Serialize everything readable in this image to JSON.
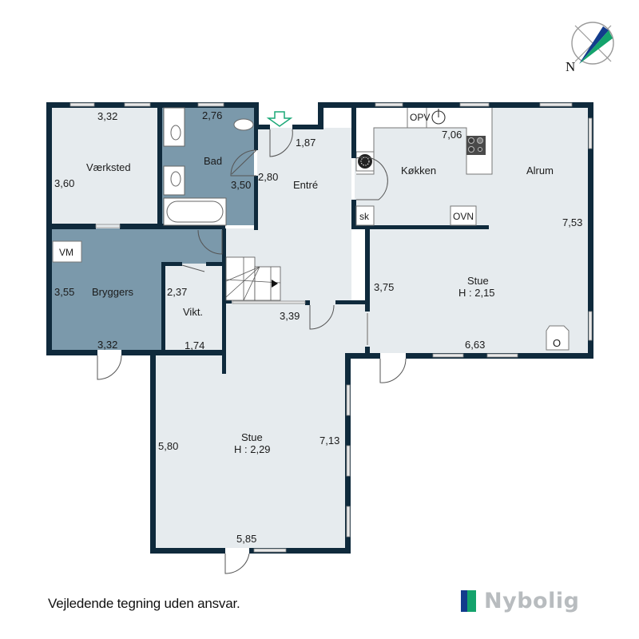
{
  "compass": {
    "label": "N"
  },
  "rooms": {
    "vaerksted": {
      "name": "Værksted",
      "dim_top": "3,32",
      "dim_left": "3,60"
    },
    "bad": {
      "name": "Bad",
      "dim_top": "2,76",
      "dim_right": "3,50"
    },
    "entre": {
      "name": "Entré",
      "dim_top": "1,87",
      "dim_left": "2,80",
      "dim_bottom": "3,39"
    },
    "kokken": {
      "name": "Køkken",
      "dim_top": "7,06"
    },
    "alrum": {
      "name": "Alrum",
      "dim_right": "7,53"
    },
    "bryggers": {
      "name": "Bryggers",
      "dim_left": "3,55",
      "dim_bottom": "3,32"
    },
    "vikt": {
      "name": "Vikt.",
      "dim_left": "2,37",
      "dim_bottom": "1,74"
    },
    "stue_east": {
      "name": "Stue",
      "height": "H : 2,15",
      "dim_left": "3,75",
      "dim_bottom": "6,63"
    },
    "stue_south": {
      "name": "Stue",
      "height": "H : 2,29",
      "dim_left": "5,80",
      "dim_right": "7,13",
      "dim_bottom": "5,85"
    }
  },
  "fixtures": {
    "opv": "OPV",
    "ovn": "OVN",
    "sk": "sk",
    "vm": "VM",
    "stove": "O"
  },
  "colors": {
    "wall": "#0f2a3c",
    "floor": "#e6ebee",
    "wet_room": "#7b99ab",
    "entrance_arrow": "#1aa877",
    "logo_blue": "#123c8c",
    "logo_green": "#14a36c",
    "logo_text": "#b8bcbf"
  },
  "footer": {
    "disclaimer": "Vejledende tegning uden ansvar.",
    "brand": "Nybolig"
  }
}
